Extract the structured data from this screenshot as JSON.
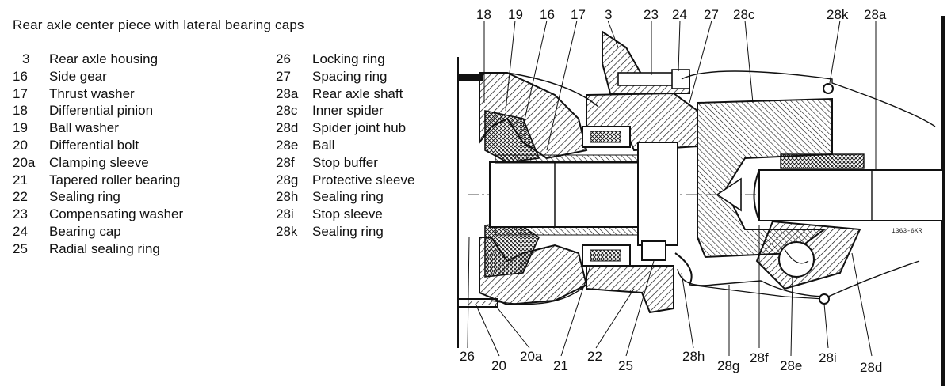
{
  "title": "Rear axle center piece with lateral bearing caps",
  "legend_left": [
    {
      "num": "3",
      "label": "Rear axle housing"
    },
    {
      "num": "16",
      "label": "Side gear"
    },
    {
      "num": "17",
      "label": "Thrust washer"
    },
    {
      "num": "18",
      "label": "Differential pinion"
    },
    {
      "num": "19",
      "label": "Ball washer"
    },
    {
      "num": "20",
      "label": "Differential bolt"
    },
    {
      "num": "20a",
      "label": "Clamping sleeve"
    },
    {
      "num": "21",
      "label": "Tapered roller bearing"
    },
    {
      "num": "22",
      "label": "Sealing ring"
    },
    {
      "num": "23",
      "label": "Compensating washer"
    },
    {
      "num": "24",
      "label": "Bearing cap"
    },
    {
      "num": "25",
      "label": "Radial sealing ring"
    }
  ],
  "legend_right": [
    {
      "num": "26",
      "label": "Locking ring"
    },
    {
      "num": "27",
      "label": "Spacing ring"
    },
    {
      "num": "28a",
      "label": "Rear axle shaft"
    },
    {
      "num": "28c",
      "label": "Inner spider"
    },
    {
      "num": "28d",
      "label": "Spider joint hub"
    },
    {
      "num": "28e",
      "label": "Ball"
    },
    {
      "num": "28f",
      "label": "Stop buffer"
    },
    {
      "num": "28g",
      "label": "Protective sleeve"
    },
    {
      "num": "28h",
      "label": "Sealing ring"
    },
    {
      "num": "28i",
      "label": "Stop sleeve"
    },
    {
      "num": "28k",
      "label": "Sealing ring"
    }
  ],
  "callouts_top": [
    "18",
    "19",
    "16",
    "17",
    "3",
    "23",
    "24",
    "27",
    "28c",
    "28k",
    "28a"
  ],
  "callouts_bottom": [
    "26",
    "20",
    "20a",
    "21",
    "22",
    "25",
    "28h",
    "28g",
    "28f",
    "28e",
    "28i",
    "28d"
  ],
  "drawing_stamp": "1363-6KR"
}
